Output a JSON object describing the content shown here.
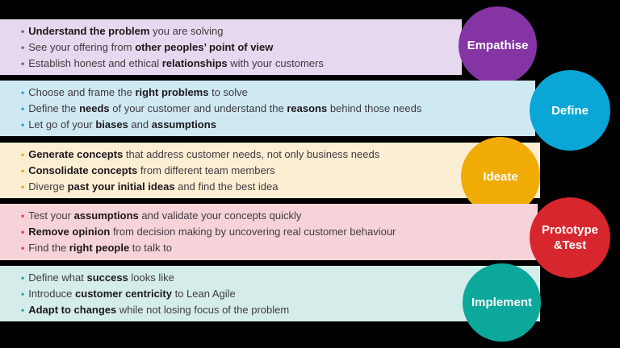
{
  "title": "Design Thinking stages",
  "background_color": "#000000",
  "text_color": "#3f3a41",
  "bold_text_color": "#1c171d",
  "stages": [
    {
      "name": "empathise",
      "circle_label": "Empathise",
      "circle_color": "#8435a3",
      "band_color": "#e6d8ee",
      "bullet_color": "#8a4ba5",
      "bullet_glyph": "•",
      "bullets": [
        [
          {
            "t": "Understand the problem",
            "b": true
          },
          {
            "t": " you are solving",
            "b": false
          }
        ],
        [
          {
            "t": "See your offering from ",
            "b": false
          },
          {
            "t": "other peoples’ point of view",
            "b": true
          }
        ],
        [
          {
            "t": "Establish honest and ethical ",
            "b": false
          },
          {
            "t": "relationships",
            "b": true
          },
          {
            "t": " with your customers",
            "b": false
          }
        ]
      ]
    },
    {
      "name": "define",
      "circle_label": "Define",
      "circle_color": "#09a6d6",
      "band_color": "#cfe9f3",
      "bullet_color": "#29a3d4",
      "bullet_glyph": "•",
      "bullets": [
        [
          {
            "t": "Choose and frame the ",
            "b": false
          },
          {
            "t": "right problems",
            "b": true
          },
          {
            "t": " to solve",
            "b": false
          }
        ],
        [
          {
            "t": "Define the ",
            "b": false
          },
          {
            "t": "needs",
            "b": true
          },
          {
            "t": " of your customer and understand the ",
            "b": false
          },
          {
            "t": "reasons",
            "b": true
          },
          {
            "t": " behind those needs",
            "b": false
          }
        ],
        [
          {
            "t": "Let go of your ",
            "b": false
          },
          {
            "t": "biases",
            "b": true
          },
          {
            "t": " and ",
            "b": false
          },
          {
            "t": "assumptions",
            "b": true
          }
        ]
      ]
    },
    {
      "name": "ideate",
      "circle_label": "Ideate",
      "circle_color": "#f0ab05",
      "band_color": "#fbeed2",
      "bullet_color": "#e9a51f",
      "bullet_glyph": "•",
      "bullets": [
        [
          {
            "t": "Generate concepts",
            "b": true
          },
          {
            "t": " that address customer needs, not only business needs",
            "b": false
          }
        ],
        [
          {
            "t": "Consolidate concepts",
            "b": true
          },
          {
            "t": " from different team members",
            "b": false
          }
        ],
        [
          {
            "t": "Diverge ",
            "b": false
          },
          {
            "t": "past your initial ideas",
            "b": true
          },
          {
            "t": " and find the best idea",
            "b": false
          }
        ]
      ]
    },
    {
      "name": "prototype-and-test",
      "circle_label": "Prototype\n&Test",
      "circle_color": "#d8262e",
      "band_color": "#f6d3d8",
      "bullet_color": "#d84048",
      "bullet_glyph": "•",
      "bullets": [
        [
          {
            "t": "Test your ",
            "b": false
          },
          {
            "t": "assumptions",
            "b": true
          },
          {
            "t": " and validate your concepts quickly",
            "b": false
          }
        ],
        [
          {
            "t": "Remove opinion",
            "b": true
          },
          {
            "t": " from decision making by uncovering real customer behaviour",
            "b": false
          }
        ],
        [
          {
            "t": "Find the ",
            "b": false
          },
          {
            "t": "right people",
            "b": true
          },
          {
            "t": " to talk to",
            "b": false
          }
        ]
      ]
    },
    {
      "name": "implement",
      "circle_label": "Implement",
      "circle_color": "#0ca89b",
      "band_color": "#d5edea",
      "bullet_color": "#2aa89c",
      "bullet_glyph": "•",
      "bullets": [
        [
          {
            "t": "Define what ",
            "b": false
          },
          {
            "t": "success",
            "b": true
          },
          {
            "t": " looks like",
            "b": false
          }
        ],
        [
          {
            "t": "Introduce ",
            "b": false
          },
          {
            "t": "customer centricity",
            "b": true
          },
          {
            "t": " to Lean Agile",
            "b": false
          }
        ],
        [
          {
            "t": "Adapt to changes",
            "b": true
          },
          {
            "t": " while not losing focus of the problem",
            "b": false
          }
        ]
      ]
    }
  ]
}
